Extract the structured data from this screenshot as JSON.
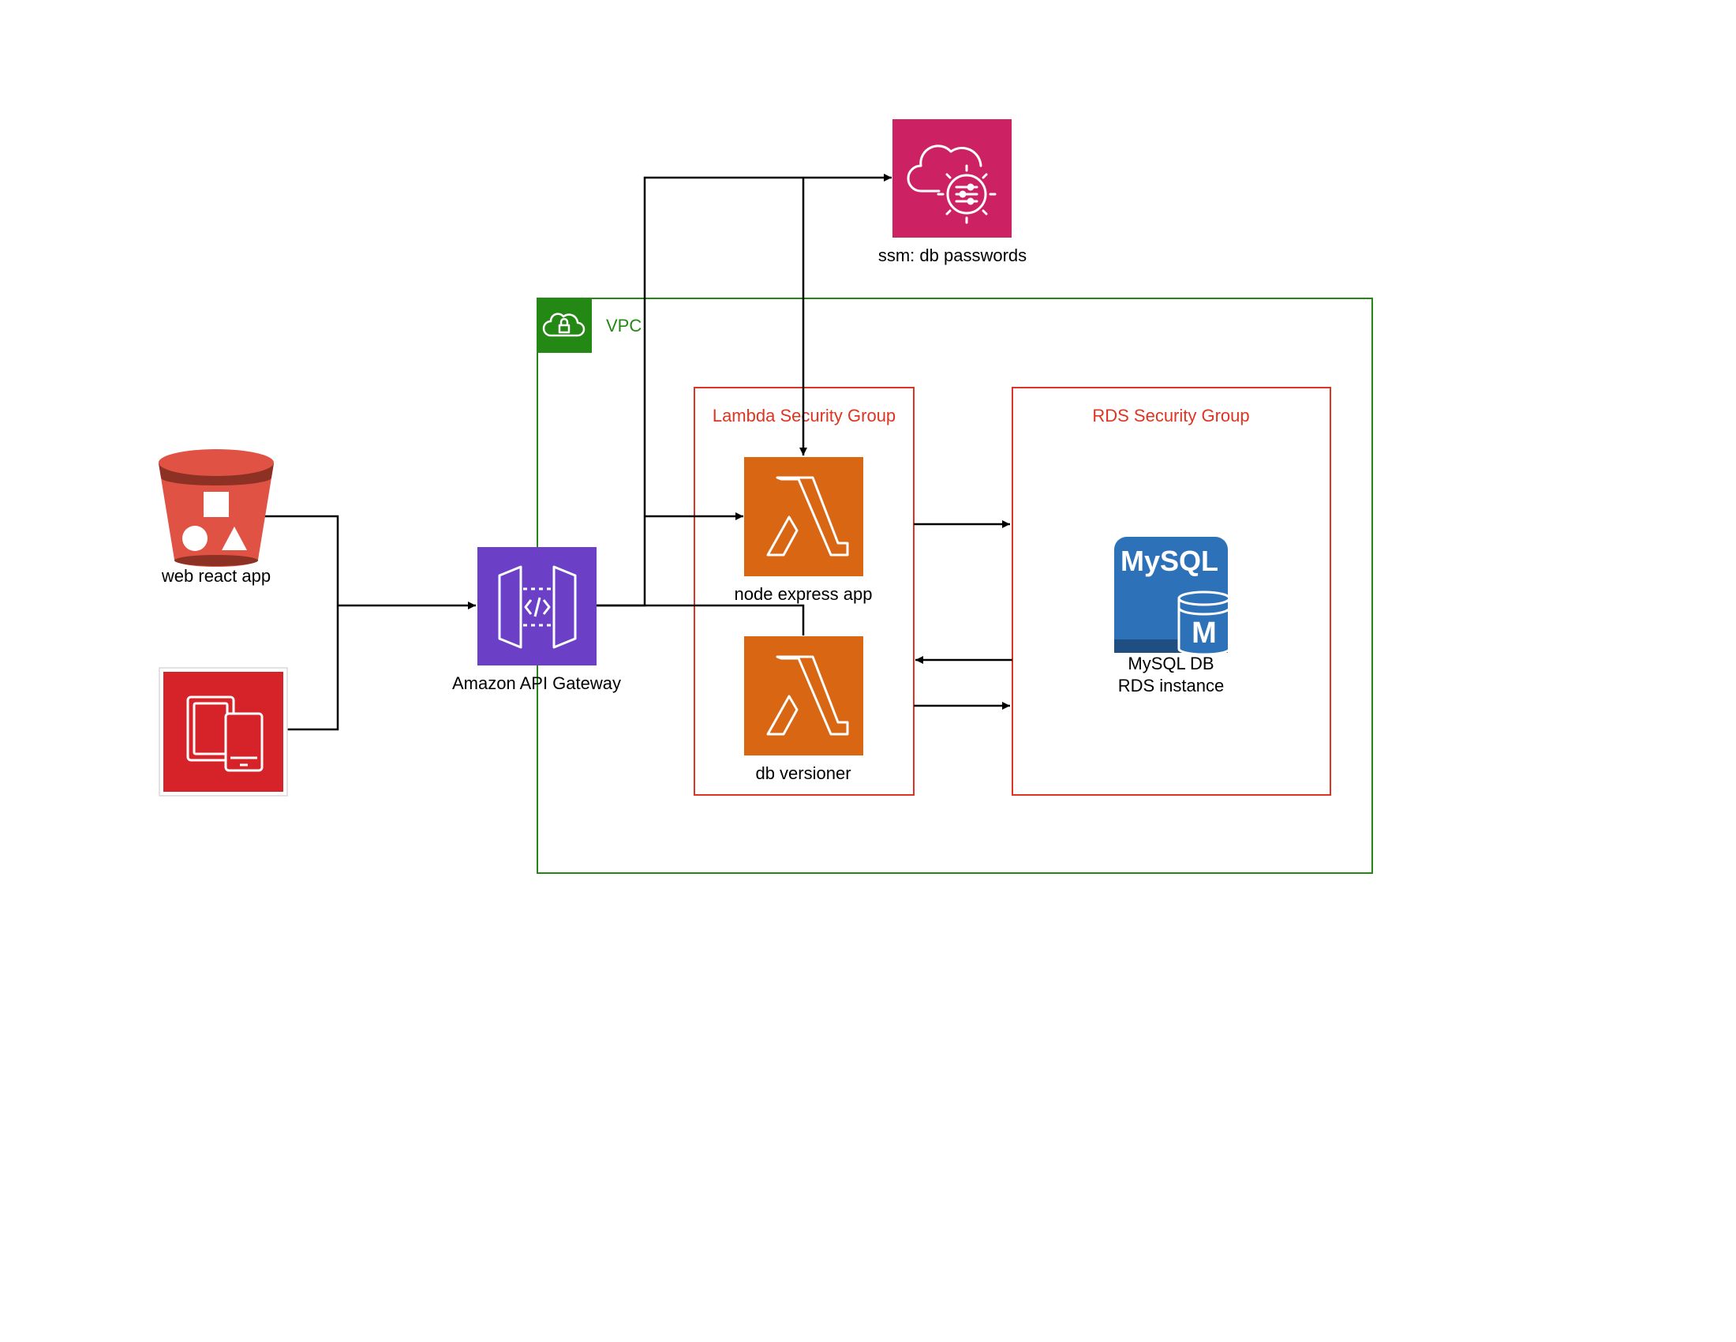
{
  "vpc": {
    "label": "VPC"
  },
  "lambda_security_group": {
    "label": "Lambda Security Group"
  },
  "rds_security_group": {
    "label": "RDS Security Group"
  },
  "ssm": {
    "label": "ssm: db passwords",
    "icon": "cloud-gear-icon"
  },
  "web_app": {
    "label": "web react app",
    "icon": "s3-bucket-icon"
  },
  "mobile_app": {
    "icon": "mobile-devices-icon"
  },
  "api_gateway": {
    "label": "Amazon API Gateway",
    "icon": "api-gateway-icon"
  },
  "node_express": {
    "label": "node express app",
    "icon": "lambda-icon"
  },
  "db_versioner": {
    "label": "db versioner",
    "icon": "lambda-icon"
  },
  "mysql": {
    "logo_text": "MySQL",
    "badge_text": "M",
    "label_line1": "MySQL DB",
    "label_line2": "RDS instance",
    "icon": "mysql-rds-icon"
  },
  "colors": {
    "vpc_green": "#248814",
    "security_group_red": "#dd3522",
    "ssm_pink": "#cc2264",
    "lambda_orange": "#d86613",
    "api_purple": "#6c3fc7",
    "mobile_red": "#d6232a",
    "s3_red": "#e05243",
    "mysql_blue": "#2d72b8"
  }
}
